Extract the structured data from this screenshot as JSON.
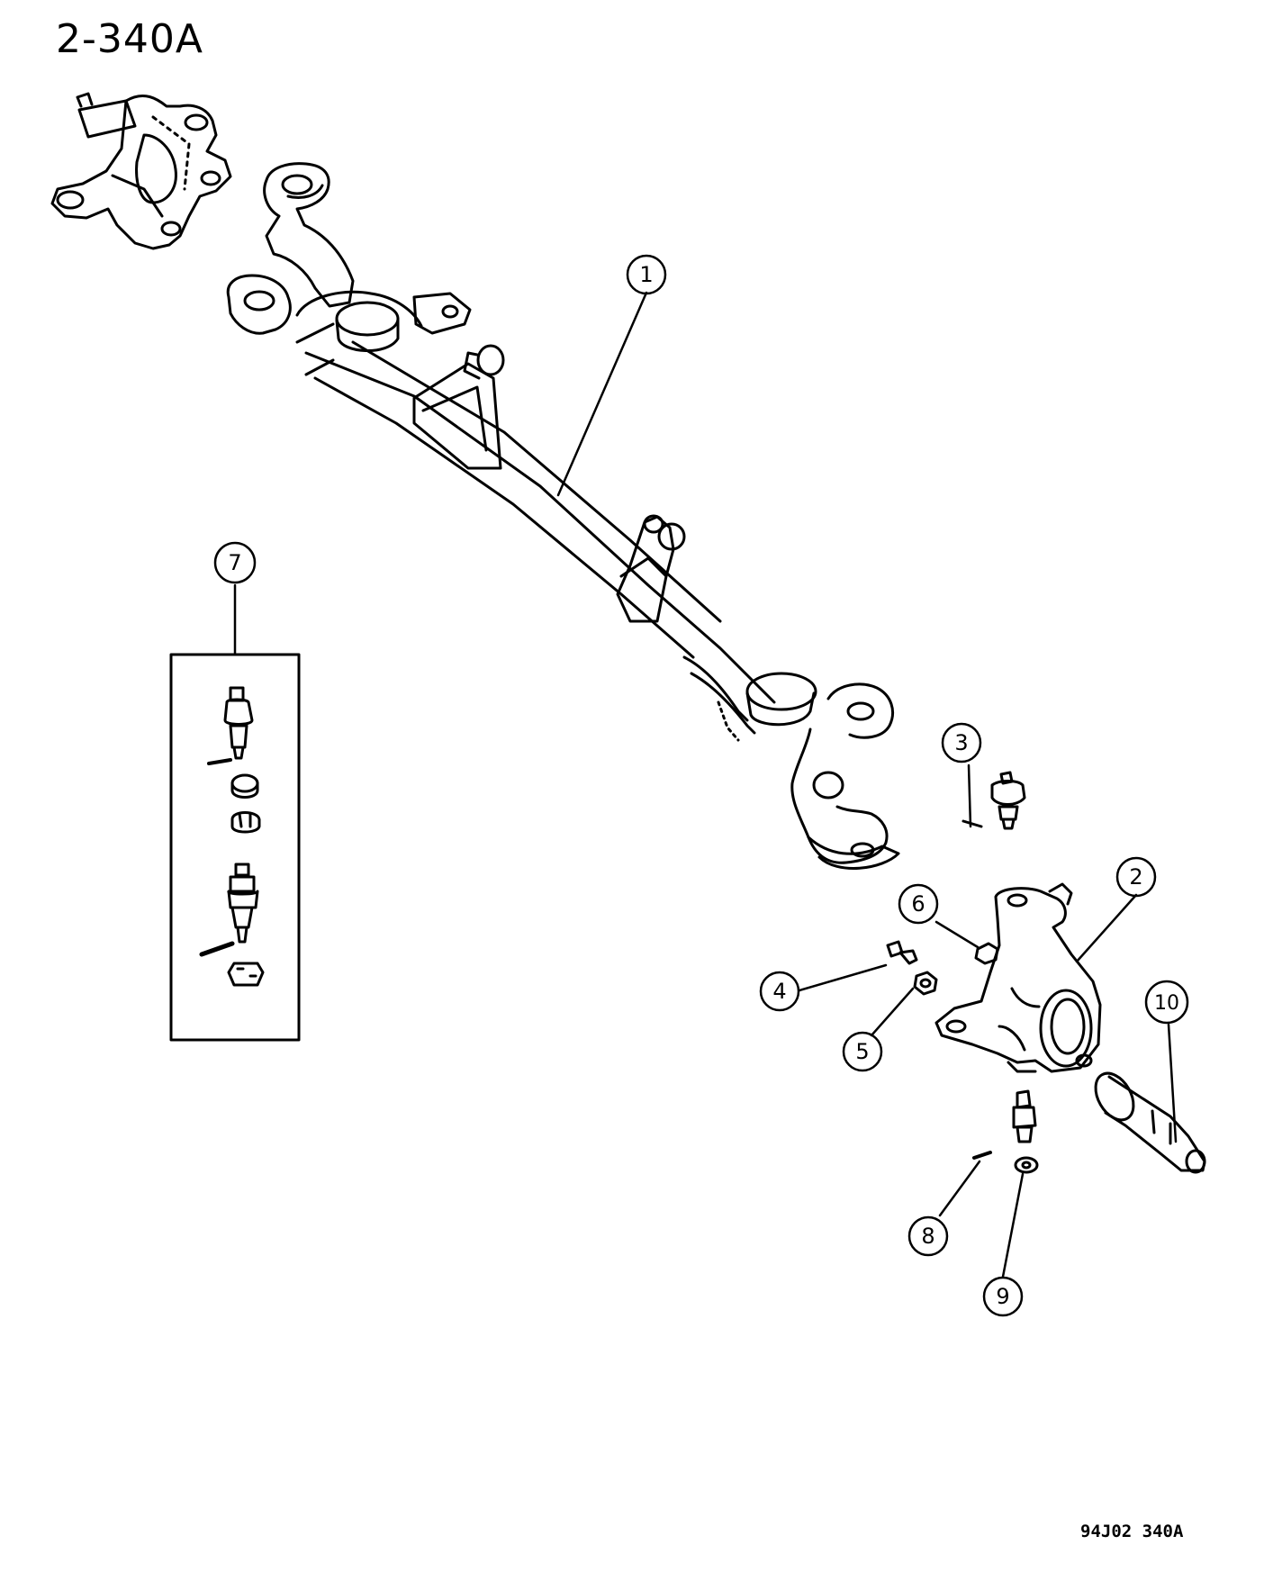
{
  "page": {
    "title": "2-340A",
    "footer_code": "94J02 340A"
  },
  "colors": {
    "line": "#000000",
    "background": "#ffffff"
  },
  "callouts": [
    {
      "id": 1,
      "label": "1"
    },
    {
      "id": 2,
      "label": "2"
    },
    {
      "id": 3,
      "label": "3"
    },
    {
      "id": 4,
      "label": "4"
    },
    {
      "id": 5,
      "label": "5"
    },
    {
      "id": 6,
      "label": "6"
    },
    {
      "id": 7,
      "label": "7"
    },
    {
      "id": 8,
      "label": "8"
    },
    {
      "id": 9,
      "label": "9"
    },
    {
      "id": 10,
      "label": "10"
    }
  ]
}
